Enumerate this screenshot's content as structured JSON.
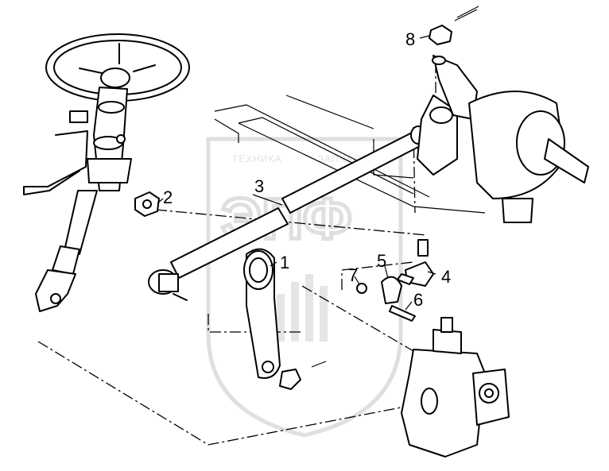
{
  "watermark": {
    "top_text": "ТЕХНИКА",
    "top_text_right": "ЗАПЧАСТИ",
    "letters": "ЭПФ",
    "color": "#cfcfcf"
  },
  "callouts": [
    {
      "id": "1",
      "label": "1"
    },
    {
      "id": "2",
      "label": "2"
    },
    {
      "id": "3",
      "label": "3"
    },
    {
      "id": "4",
      "label": "4"
    },
    {
      "id": "5",
      "label": "5"
    },
    {
      "id": "6",
      "label": "6"
    },
    {
      "id": "7",
      "label": "7"
    },
    {
      "id": "8",
      "label": "8"
    }
  ],
  "colors": {
    "line": "#000000",
    "background": "#ffffff"
  }
}
